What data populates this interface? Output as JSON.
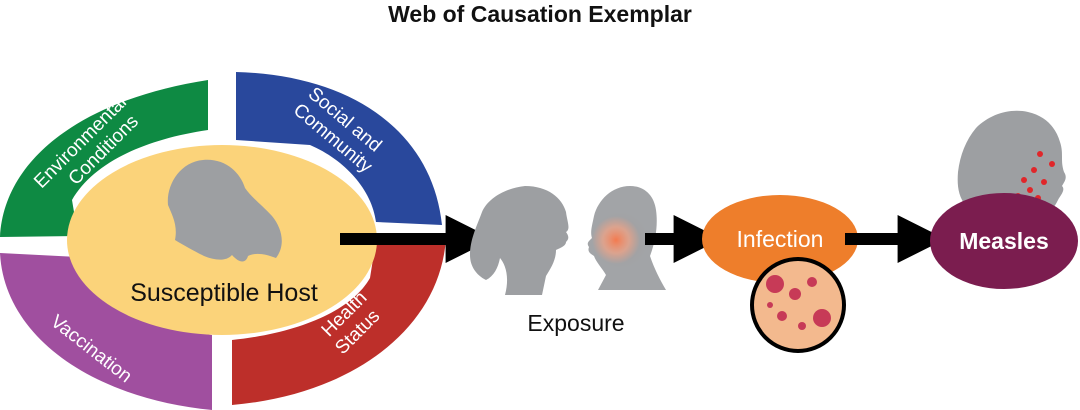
{
  "title": "Web of Causation Exemplar",
  "segments": {
    "environmental": {
      "line1": "Environmental",
      "line2": "Conditions",
      "color": "#0e8a43"
    },
    "social": {
      "line1": "Social and",
      "line2": "Community",
      "color": "#29489c"
    },
    "vaccination": {
      "label": "Vaccination",
      "color": "#a04f9f"
    },
    "health": {
      "line1": "Health",
      "line2": "Status",
      "color": "#bd2f2a"
    }
  },
  "host": {
    "label": "Susceptible Host",
    "color": "#fbd37a"
  },
  "exposure": {
    "label": "Exposure"
  },
  "infection": {
    "label": "Infection",
    "color": "#ee7e2b"
  },
  "measles": {
    "label": "Measles",
    "color": "#7b1d4f"
  },
  "colors": {
    "silhouette": "#9d9fa2",
    "arrow": "#000000",
    "rash": "#c73a57",
    "skin": "#f3b98e",
    "spots": "#e0262a"
  }
}
